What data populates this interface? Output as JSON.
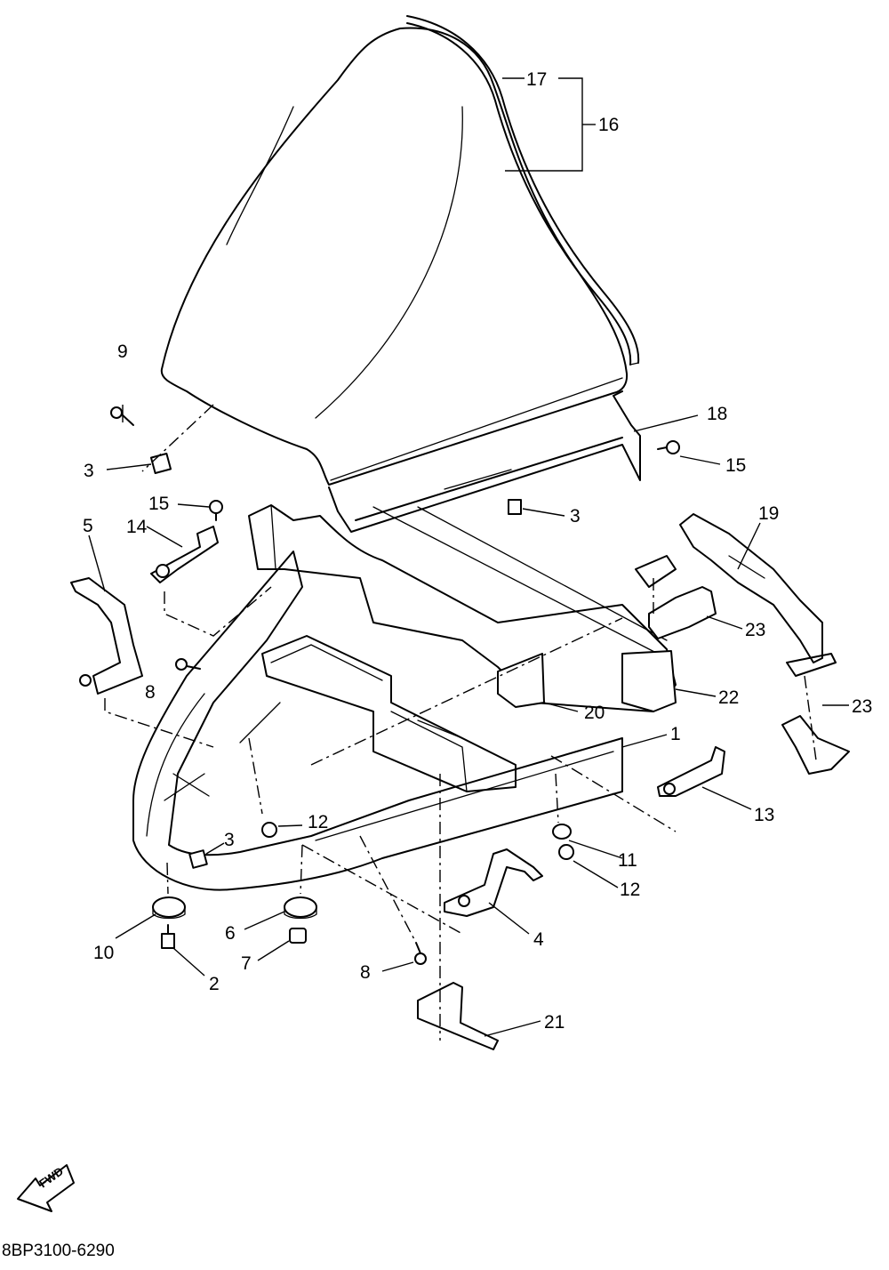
{
  "callouts": [
    {
      "id": "c1",
      "label": "1"
    },
    {
      "id": "c2",
      "label": "2"
    },
    {
      "id": "c3a",
      "label": "3"
    },
    {
      "id": "c3b",
      "label": "3"
    },
    {
      "id": "c3c",
      "label": "3"
    },
    {
      "id": "c4",
      "label": "4"
    },
    {
      "id": "c5",
      "label": "5"
    },
    {
      "id": "c6",
      "label": "6"
    },
    {
      "id": "c7",
      "label": "7"
    },
    {
      "id": "c8a",
      "label": "8"
    },
    {
      "id": "c8b",
      "label": "8"
    },
    {
      "id": "c9",
      "label": "9"
    },
    {
      "id": "c10",
      "label": "10"
    },
    {
      "id": "c11",
      "label": "11"
    },
    {
      "id": "c12a",
      "label": "12"
    },
    {
      "id": "c12b",
      "label": "12"
    },
    {
      "id": "c13",
      "label": "13"
    },
    {
      "id": "c14",
      "label": "14"
    },
    {
      "id": "c15a",
      "label": "15"
    },
    {
      "id": "c15b",
      "label": "15"
    },
    {
      "id": "c16",
      "label": "16"
    },
    {
      "id": "c17",
      "label": "17"
    },
    {
      "id": "c18",
      "label": "18"
    },
    {
      "id": "c19",
      "label": "19"
    },
    {
      "id": "c20",
      "label": "20"
    },
    {
      "id": "c21",
      "label": "21"
    },
    {
      "id": "c22",
      "label": "22"
    },
    {
      "id": "c23a",
      "label": "23"
    },
    {
      "id": "c23b",
      "label": "23"
    }
  ],
  "fwd_label": "FWD",
  "diagram_code": "8BP3100-6290"
}
